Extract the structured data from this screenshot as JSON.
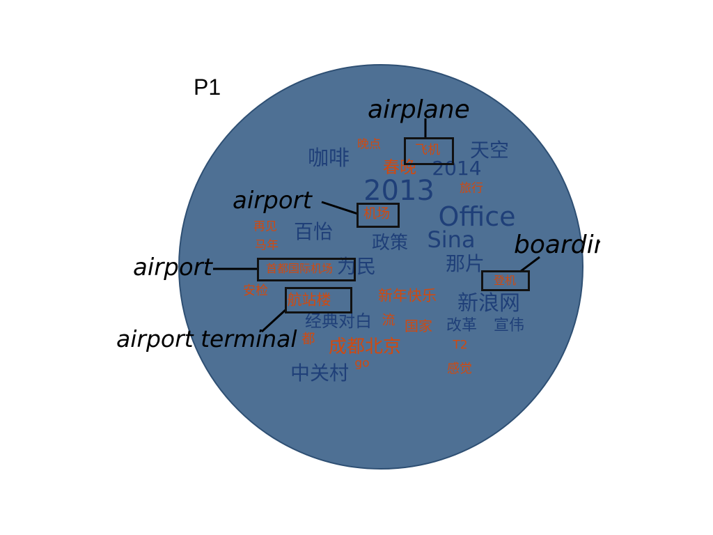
{
  "panel_label": "P1",
  "colors": {
    "circle": "#4e7094",
    "circle_edge": "#2e4f73",
    "blue_word": "#1f3f78",
    "orange_word": "#d04a10",
    "ink": "#000000"
  },
  "words": [
    {
      "id": "w-2013",
      "text": "2013",
      "color": "blue"
    },
    {
      "id": "w-office",
      "text": "Office",
      "color": "blue"
    },
    {
      "id": "w-sina",
      "text": "Sina",
      "color": "blue"
    },
    {
      "id": "w-2014",
      "text": "2014",
      "color": "blue"
    },
    {
      "id": "w-tiankong",
      "text": "天空",
      "color": "blue"
    },
    {
      "id": "w-kafei",
      "text": "咖啡",
      "color": "blue"
    },
    {
      "id": "w-baiyi",
      "text": "百怡",
      "color": "blue"
    },
    {
      "id": "w-zhengce",
      "text": "政策",
      "color": "blue"
    },
    {
      "id": "w-weimin",
      "text": "为民",
      "color": "blue"
    },
    {
      "id": "w-napian",
      "text": "那片",
      "color": "blue"
    },
    {
      "id": "w-xinlangwang",
      "text": "新浪网",
      "color": "blue"
    },
    {
      "id": "w-jingdian",
      "text": "经典对白",
      "color": "blue"
    },
    {
      "id": "w-gaige",
      "text": "改革",
      "color": "blue"
    },
    {
      "id": "w-xuanwei",
      "text": "宣伟",
      "color": "blue"
    },
    {
      "id": "w-zhongguancun",
      "text": "中关村",
      "color": "blue"
    },
    {
      "id": "w-feiji",
      "text": "飞机",
      "color": "orange"
    },
    {
      "id": "w-wandian",
      "text": "晚点",
      "color": "orange"
    },
    {
      "id": "w-chunwan",
      "text": "春晚",
      "color": "orange"
    },
    {
      "id": "w-lvxing",
      "text": "旅行",
      "color": "orange"
    },
    {
      "id": "w-jichang",
      "text": "机场",
      "color": "orange"
    },
    {
      "id": "w-zaijian",
      "text": "再见",
      "color": "orange"
    },
    {
      "id": "w-manian",
      "text": "马年",
      "color": "orange"
    },
    {
      "id": "w-shoudu",
      "text": "首都国际机场",
      "color": "orange"
    },
    {
      "id": "w-anjian",
      "text": "安检",
      "color": "orange"
    },
    {
      "id": "w-hangzhanlou",
      "text": "航站楼",
      "color": "orange"
    },
    {
      "id": "w-xinnian",
      "text": "新年快乐",
      "color": "orange"
    },
    {
      "id": "w-dengji",
      "text": "登机",
      "color": "orange"
    },
    {
      "id": "w-guojia",
      "text": "国家",
      "color": "orange"
    },
    {
      "id": "w-chengdu-beijing",
      "text": "成都北京",
      "color": "orange"
    },
    {
      "id": "w-t2",
      "text": "T2",
      "color": "orange"
    },
    {
      "id": "w-ganjue",
      "text": "感觉",
      "color": "orange"
    },
    {
      "id": "w-go",
      "text": "go",
      "color": "orange"
    },
    {
      "id": "w-du",
      "text": "都",
      "color": "orange"
    },
    {
      "id": "w-liu",
      "text": "流",
      "color": "orange"
    }
  ],
  "callouts": [
    {
      "id": "callout-airplane",
      "text": "airplane"
    },
    {
      "id": "callout-airport-1",
      "text": "airport"
    },
    {
      "id": "callout-airport-2",
      "text": "airport"
    },
    {
      "id": "callout-airport-terminal",
      "text": "airport terminal"
    },
    {
      "id": "callout-boarding",
      "text": "boarding"
    }
  ]
}
